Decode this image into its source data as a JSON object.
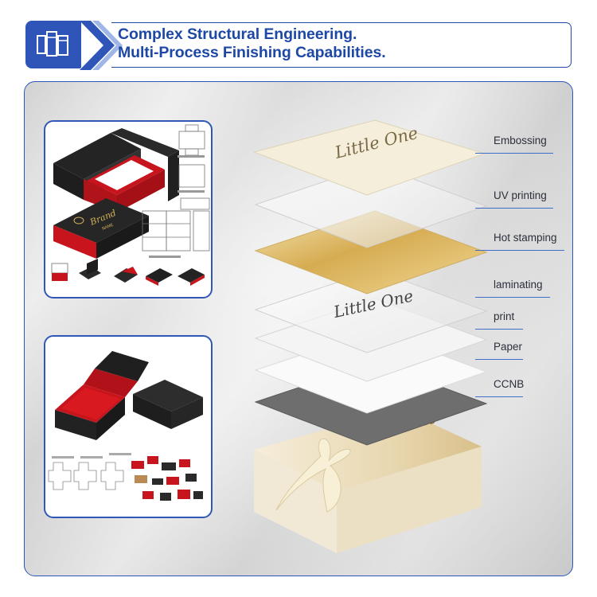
{
  "header": {
    "line1": "Complex Structural Engineering.",
    "line2": "Multi-Process Finishing Capabilities.",
    "brand_color": "#1d48a6",
    "icon": "box-dieline-icon"
  },
  "card": {
    "script_text": "Little One",
    "box_script": "Little One",
    "brand_label": "Brand",
    "brand_sub": "NAME"
  },
  "layers": [
    {
      "label": "Embossing"
    },
    {
      "label": "UV printing"
    },
    {
      "label": "Hot stamping"
    },
    {
      "label": "laminating"
    },
    {
      "label": "print"
    },
    {
      "label": "Paper"
    },
    {
      "label": "CCNB"
    }
  ],
  "colors": {
    "accent": "#2f58b6",
    "red_lining": "#c8141c",
    "box_black": "#2a2a2a",
    "gold": "#d7b45a",
    "cream": "#f3ead3"
  }
}
